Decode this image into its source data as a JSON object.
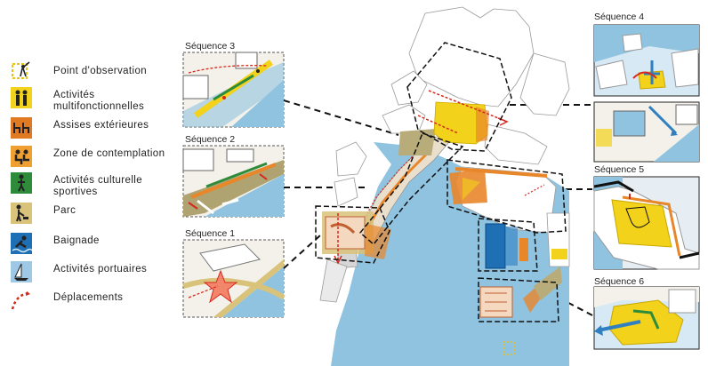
{
  "legend": {
    "items": [
      {
        "label": "Point d'observation",
        "icon": "binoculars-icon"
      },
      {
        "label": "Activités\nmultifonctionnelles",
        "icon": "people-icon"
      },
      {
        "label": "Assises extérieures",
        "icon": "chairs-icon"
      },
      {
        "label": "Zone de contemplation",
        "icon": "sitting-people-icon"
      },
      {
        "label": "Activités culturelle\nsportives",
        "icon": "sport-icon"
      },
      {
        "label": "Parc",
        "icon": "dog-walker-icon"
      },
      {
        "label": "Baignade",
        "icon": "swimmer-icon"
      },
      {
        "label": "Activités portuaires",
        "icon": "sailboat-icon"
      },
      {
        "label": "Déplacements",
        "icon": "footsteps-icon"
      }
    ]
  },
  "sequences": {
    "s1": "Séquence 1",
    "s2": "Séquence 2",
    "s3": "Séquence 3",
    "s4": "Séquence 4",
    "s5": "Séquence 5",
    "s6": "Séquence 6"
  },
  "colors": {
    "water": "#8fc3e0",
    "yellow": "#f2d21a",
    "orange": "#e8862a",
    "brown": "#a08a4a",
    "blue": "#2f7fc1",
    "red": "#d6281e",
    "building": "#ffffff",
    "outline": "#333333"
  }
}
